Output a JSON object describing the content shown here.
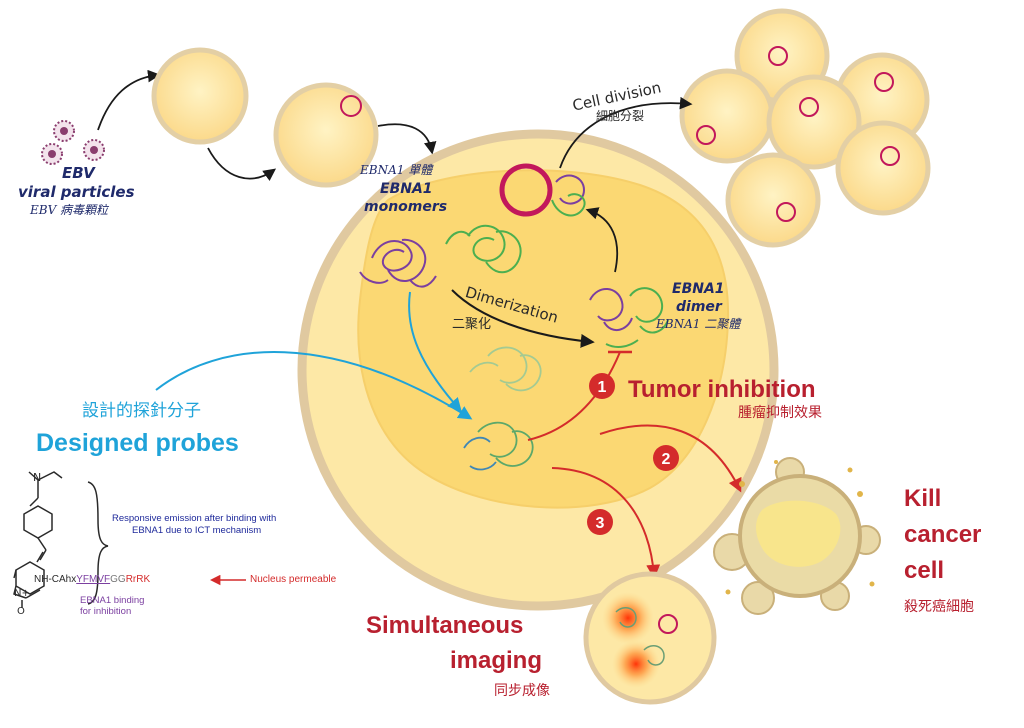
{
  "labels": {
    "ebv_line1": "EBV",
    "ebv_line2": "viral particles",
    "ebv_zh": "EBV 病毒顆粒",
    "monomers_zh": "EBNA1 單體",
    "monomers_line1": "EBNA1",
    "monomers_line2": "monomers",
    "dimerization": "Dimerization",
    "dimerization_zh": "二聚化",
    "dimer_line1": "EBNA1",
    "dimer_line2": "dimer",
    "dimer_zh": "EBNA1 二聚體",
    "cell_division": "Cell division",
    "cell_division_zh": "細胞分裂",
    "probes_zh": "設計的探針分子",
    "probes_en": "Designed probes",
    "tumor_inhibition": "Tumor inhibition",
    "tumor_inhibition_zh": "腫瘤抑制效果",
    "kill_1": "Kill",
    "kill_2": "cancer",
    "kill_3": "cell",
    "kill_zh": "殺死癌細胞",
    "imaging_1": "Simultaneous",
    "imaging_2": "imaging",
    "imaging_zh": "同步成像",
    "step1": "1",
    "step2": "2",
    "step3": "3",
    "responsive_1": "Responsive emission after binding with",
    "responsive_2": "EBNA1 due to ICT mechanism",
    "nucleus_permeable": "Nucleus permeable",
    "ebna1_binding_1": "EBNA1 binding",
    "ebna1_binding_2": "for inhibition",
    "chem_prefix": "NH-CAhx",
    "chem_seq_purple": "YFMVF",
    "chem_seq_gray": "GG",
    "chem_seq_red": "RrRK",
    "chem_n": "N",
    "chem_nplus": "N+",
    "chem_o": "O"
  },
  "colors": {
    "cell_fill": "#fde8a6",
    "cell_edge": "#e0c9a0",
    "nucleus": "#fbd873",
    "ring": "#c2185b",
    "navy": "#1f2a6b",
    "red": "#b8202f",
    "blue": "#1fa3d9",
    "protein_purple": "#7b3fa0",
    "protein_green": "#4caf50"
  }
}
